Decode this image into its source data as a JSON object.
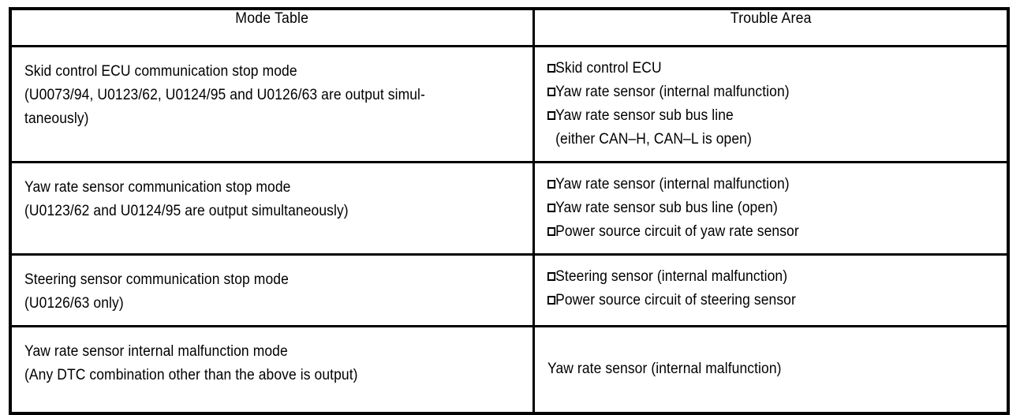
{
  "table": {
    "headers": {
      "mode": "Mode Table",
      "area": "Trouble Area"
    },
    "rows": [
      {
        "mode_lines": [
          "Skid control ECU communication stop mode",
          "(U0073/94, U0123/62, U0124/95 and U0126/63 are output simul-",
          "taneously)"
        ],
        "area_items": [
          {
            "bullet": true,
            "text": "Skid control ECU"
          },
          {
            "bullet": true,
            "text": "Yaw rate sensor (internal malfunction)"
          },
          {
            "bullet": true,
            "text": "Yaw rate sensor sub bus line"
          },
          {
            "bullet": false,
            "text": "(either CAN–H, CAN–L is open)",
            "indent": true
          }
        ],
        "area_centered": false
      },
      {
        "mode_lines": [
          "Yaw rate sensor communication stop mode",
          "(U0123/62 and U0124/95 are output simultaneously)"
        ],
        "area_items": [
          {
            "bullet": true,
            "text": "Yaw rate sensor (internal malfunction)"
          },
          {
            "bullet": true,
            "text": "Yaw rate sensor sub bus line (open)"
          },
          {
            "bullet": true,
            "text": "Power source circuit of yaw rate sensor"
          }
        ],
        "area_centered": false
      },
      {
        "mode_lines": [
          "Steering sensor communication stop mode",
          "(U0126/63 only)"
        ],
        "area_items": [
          {
            "bullet": true,
            "text": "Steering sensor (internal malfunction)"
          },
          {
            "bullet": true,
            "text": "Power source circuit of steering sensor"
          }
        ],
        "area_centered": false
      },
      {
        "mode_lines": [
          "Yaw rate sensor internal malfunction mode",
          "(Any DTC combination other than the above is output)"
        ],
        "area_items": [
          {
            "bullet": false,
            "text": "Yaw rate sensor (internal malfunction)"
          }
        ],
        "area_centered": true
      }
    ]
  },
  "colors": {
    "border": "#000000",
    "background": "#ffffff",
    "text": "#000000"
  }
}
